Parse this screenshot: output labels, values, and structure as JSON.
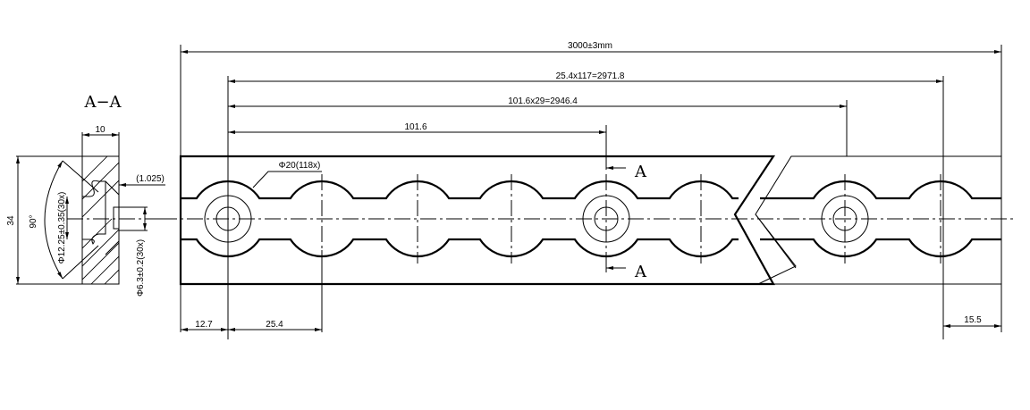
{
  "section": {
    "title": "A−A",
    "width_dim": "10",
    "height_dim": "34",
    "angle_dim": "90°",
    "offset_dim": "(1.025)",
    "slot_dim": "Φ12.25±0.35(30x)",
    "hole_dim": "Φ6.3±0.2(30x)"
  },
  "dimensions": {
    "overall": "3000±3mm",
    "pitch_total": "25.4x117=2971.8",
    "hole_total": "101.6x29=2946.4",
    "hole_pitch": "101.6",
    "circle_label": "Φ20(118x)",
    "start_offset": "12.7",
    "pitch": "25.4",
    "end_offset": "15.5"
  },
  "section_markers": {
    "top": "A",
    "bottom": "A"
  }
}
